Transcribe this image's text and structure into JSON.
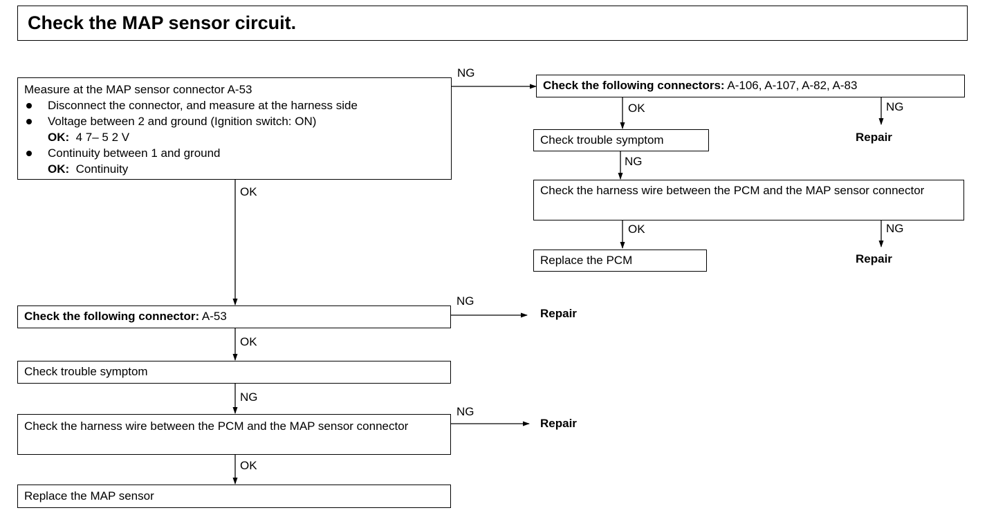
{
  "title": "Check the MAP sensor circuit.",
  "measure": {
    "heading": "Measure at the MAP sensor connector A-53",
    "bullet1": "Disconnect the connector, and measure at the harness side",
    "bullet2": "Voltage between 2 and ground (Ignition switch: ON)",
    "bullet2_ok_label": "OK:",
    "bullet2_ok_value": "4 7– 5 2  V",
    "bullet3": "Continuity between 1 and ground",
    "bullet3_ok_label": "OK:",
    "bullet3_ok_value": "Continuity"
  },
  "right": {
    "connectors_bold": "Check the following connectors:",
    "connectors_list": " A-106, A-107, A-82, A-83",
    "symptom": "Check trouble symptom",
    "harness": "Check the harness wire between the PCM and the MAP sensor connector",
    "replace": "Replace the PCM",
    "repair1": "Repair",
    "repair2": "Repair"
  },
  "left": {
    "connector_bold": "Check the following connector:",
    "connector_id": " A-53",
    "symptom": "Check trouble symptom",
    "harness": "Check the harness wire between the PCM and the MAP sensor connector",
    "replace": "Replace the MAP sensor",
    "repair1": "Repair",
    "repair2": "Repair"
  },
  "labels": {
    "ok": "OK",
    "ng": "NG"
  }
}
